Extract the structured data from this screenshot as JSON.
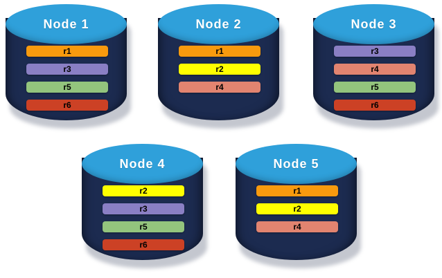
{
  "diagram": {
    "type": "data-replication-cluster",
    "background_color": "#ffffff",
    "node_body_color": "#1c2b50",
    "node_top_color": "#2fa0da",
    "node_label_color": "#ffffff",
    "replica_label_color": "#000000"
  },
  "replica_colors": {
    "r1": "#f89a0e",
    "r2": "#ffff00",
    "r3": "#8a7fc4",
    "r4": "#e28470",
    "r5": "#93c47d",
    "r6": "#cc4125"
  },
  "nodes": [
    {
      "id": "node-1",
      "label": "Node 1",
      "replicas": [
        {
          "label": "r1",
          "color": "#f89a0e"
        },
        {
          "label": "r3",
          "color": "#8a7fc4"
        },
        {
          "label": "r5",
          "color": "#93c47d"
        },
        {
          "label": "r6",
          "color": "#cc4125"
        }
      ]
    },
    {
      "id": "node-2",
      "label": "Node 2",
      "replicas": [
        {
          "label": "r1",
          "color": "#f89a0e"
        },
        {
          "label": "r2",
          "color": "#ffff00"
        },
        {
          "label": "r4",
          "color": "#e28470"
        }
      ]
    },
    {
      "id": "node-3",
      "label": "Node 3",
      "replicas": [
        {
          "label": "r3",
          "color": "#8a7fc4"
        },
        {
          "label": "r4",
          "color": "#e28470"
        },
        {
          "label": "r5",
          "color": "#93c47d"
        },
        {
          "label": "r6",
          "color": "#cc4125"
        }
      ]
    },
    {
      "id": "node-4",
      "label": "Node 4",
      "replicas": [
        {
          "label": "r2",
          "color": "#ffff00"
        },
        {
          "label": "r3",
          "color": "#8a7fc4"
        },
        {
          "label": "r5",
          "color": "#93c47d"
        },
        {
          "label": "r6",
          "color": "#cc4125"
        }
      ]
    },
    {
      "id": "node-5",
      "label": "Node 5",
      "replicas": [
        {
          "label": "r1",
          "color": "#f89a0e"
        },
        {
          "label": "r2",
          "color": "#ffff00"
        },
        {
          "label": "r4",
          "color": "#e28470"
        }
      ]
    }
  ]
}
